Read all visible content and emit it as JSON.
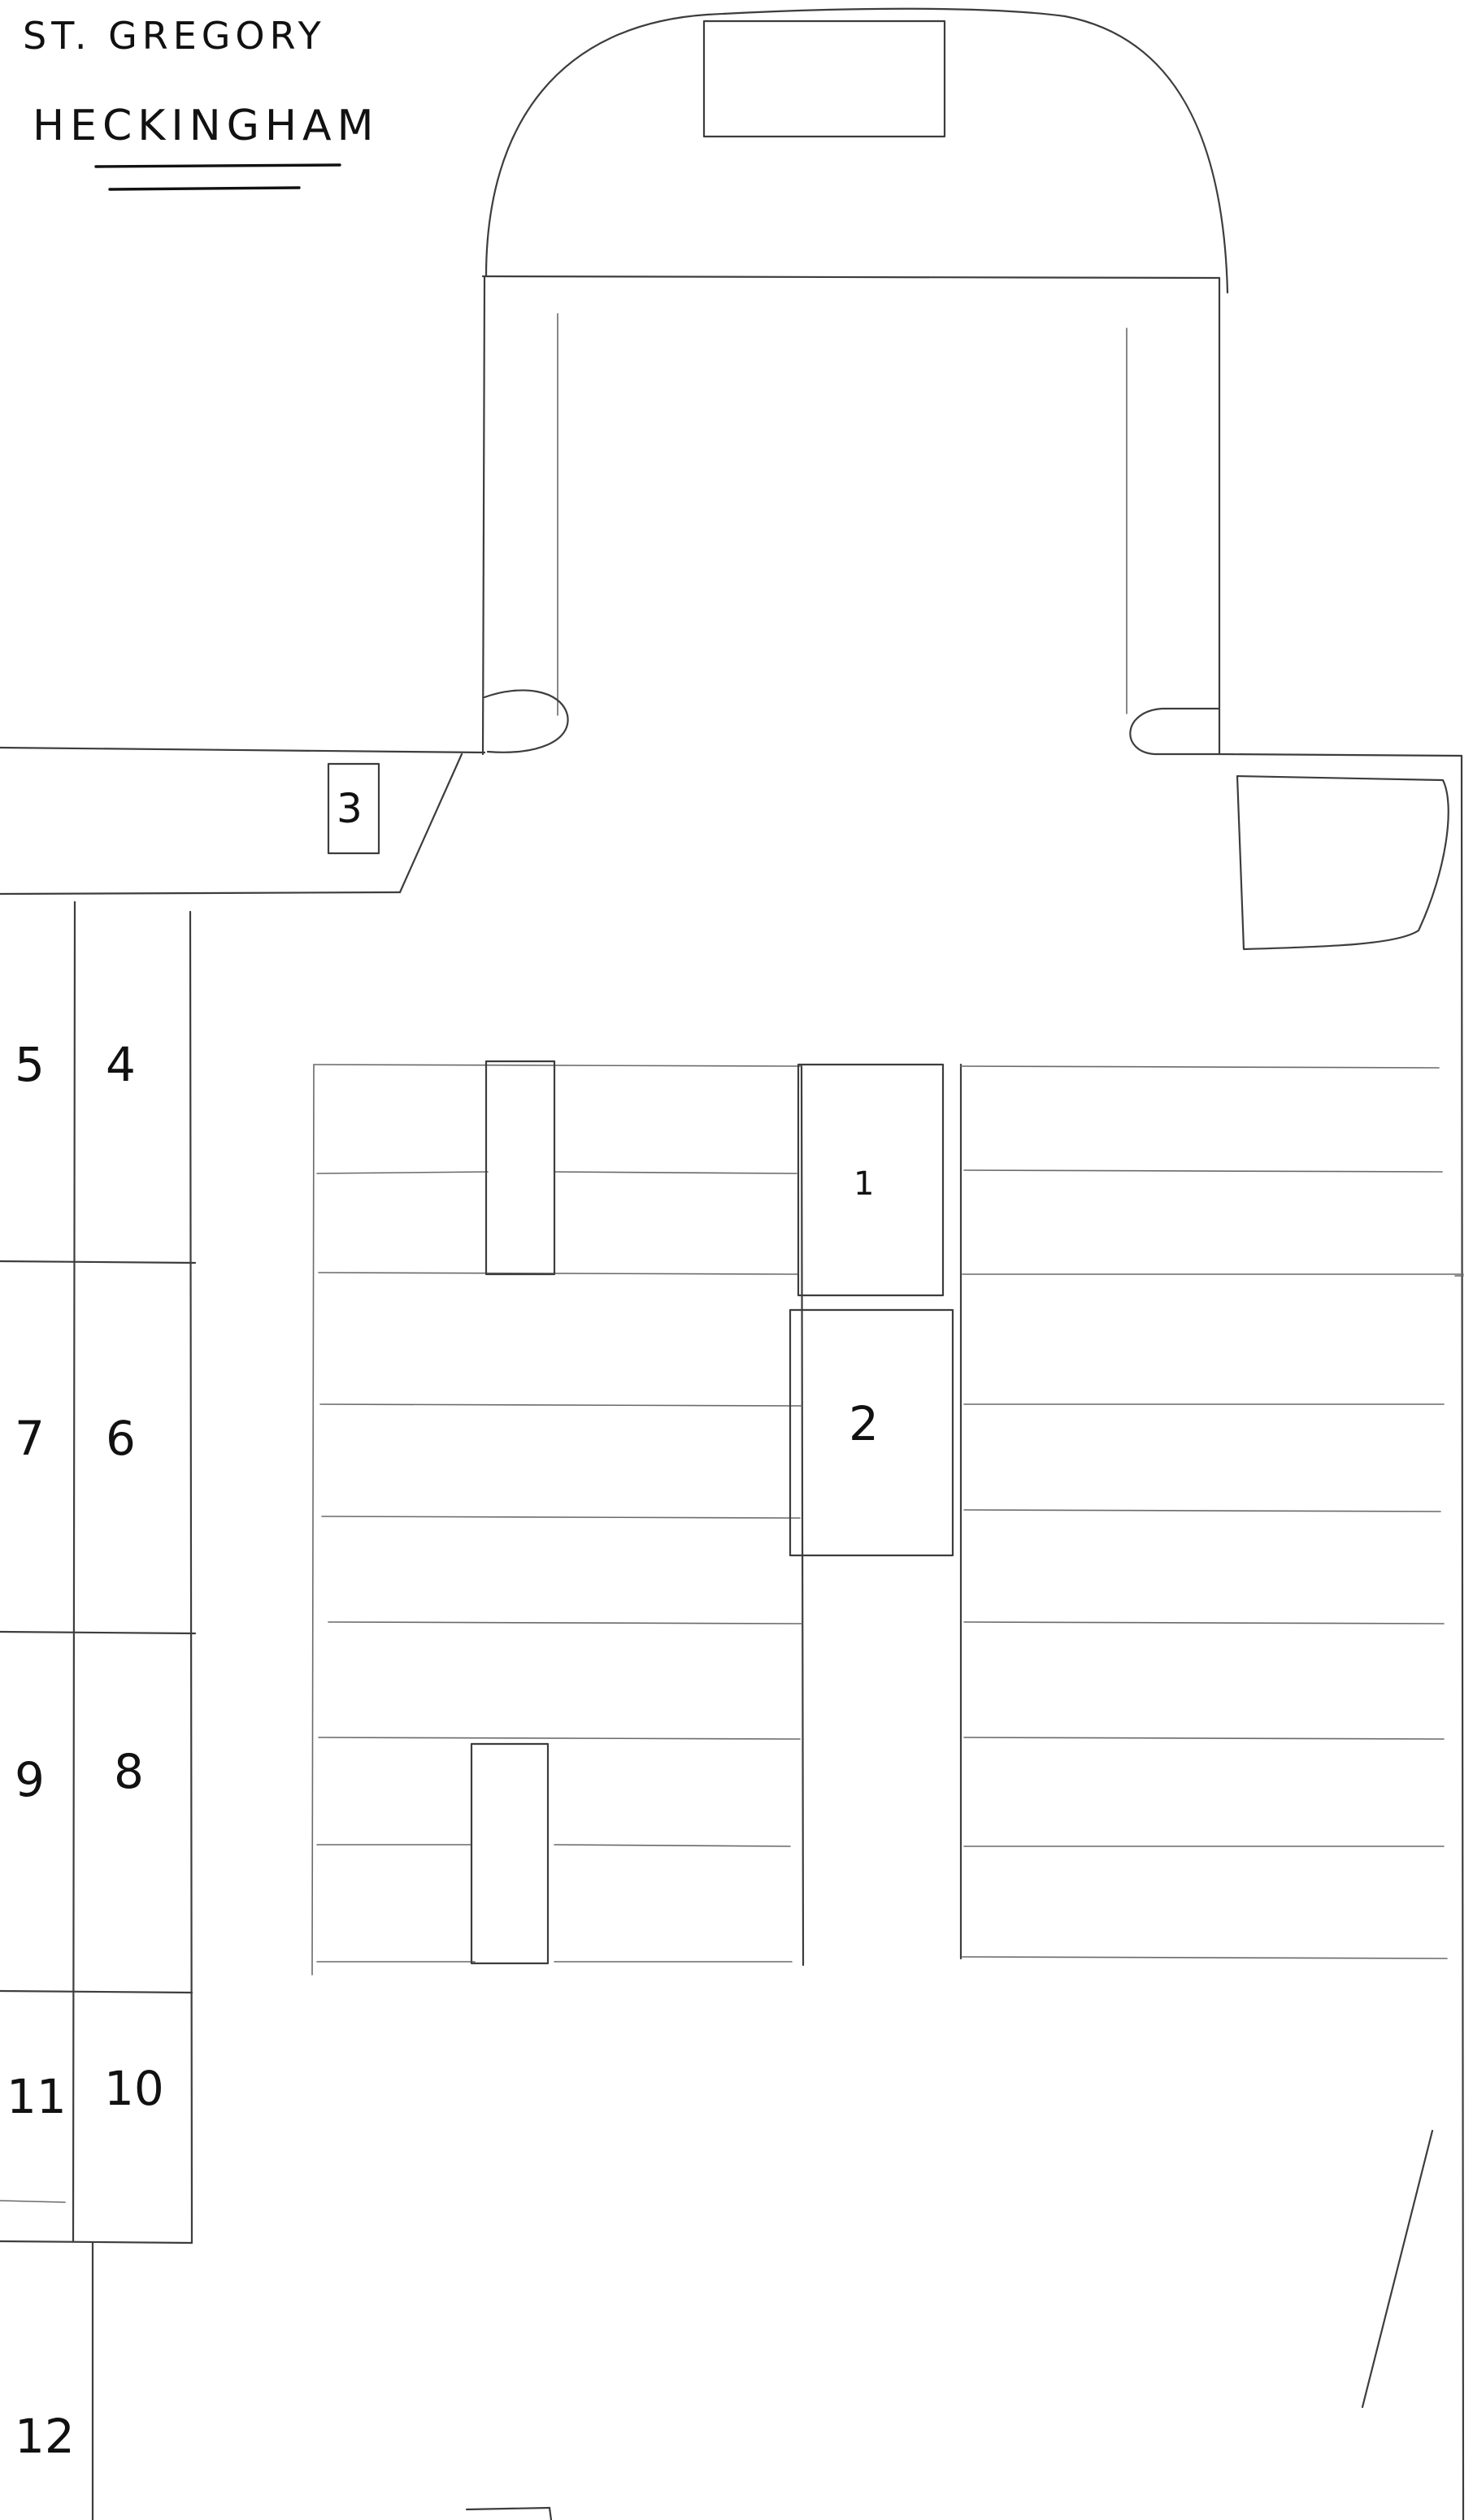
{
  "title": {
    "line1": "ST. GREGORY",
    "line2": "HECKINGHAM"
  },
  "areas": [
    {
      "id": "1",
      "label": "1"
    },
    {
      "id": "2",
      "label": "2"
    },
    {
      "id": "3",
      "label": "3"
    },
    {
      "id": "4",
      "label": "4"
    },
    {
      "id": "5",
      "label": "5"
    },
    {
      "id": "6",
      "label": "6"
    },
    {
      "id": "7",
      "label": "7"
    },
    {
      "id": "8",
      "label": "8"
    },
    {
      "id": "9",
      "label": "9"
    },
    {
      "id": "10",
      "label": "10"
    },
    {
      "id": "11",
      "label": "11"
    },
    {
      "id": "12",
      "label": "12"
    }
  ],
  "colors": {
    "ink": "#3d3d3d",
    "background": "#ffffff"
  }
}
